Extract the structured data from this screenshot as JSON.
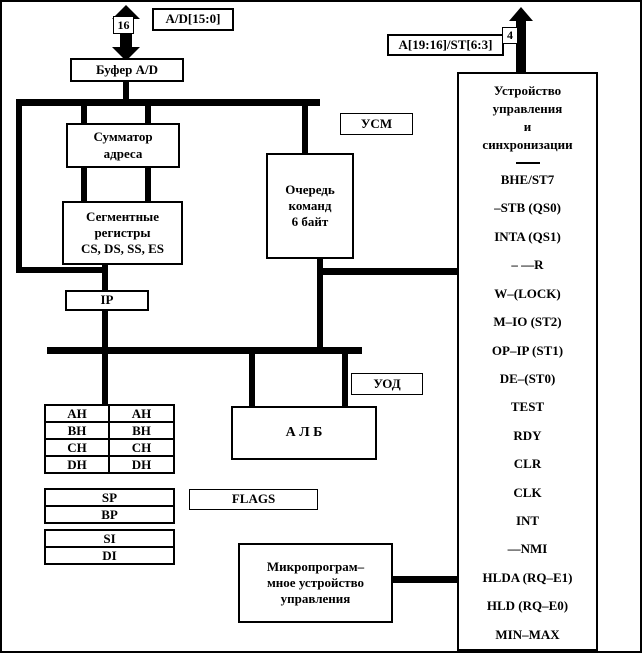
{
  "top": {
    "ad_bus_width": "16",
    "ad_bus_label": "A/D[15:0]",
    "a19_bus_label": "A[19:16]/ST[6:3]",
    "a19_bus_width": "4"
  },
  "boxes": {
    "buffer": "Буфер А/D",
    "adder": [
      "Сумматор",
      "адреса"
    ],
    "segments": [
      "Сегментные",
      "регистры",
      "CS, DS, SS, ES"
    ],
    "ip": "IP",
    "queue": [
      "Очередь",
      "команд",
      "6 байт"
    ],
    "usm": "УСМ",
    "uod": "УОД",
    "alu": "А Л Б",
    "flags": "FLAGS",
    "mcu": [
      "Микропрограм–",
      "мное устройство",
      "управления"
    ]
  },
  "registers": {
    "pairs": [
      [
        "AH",
        "AH"
      ],
      [
        "BH",
        "BH"
      ],
      [
        "CH",
        "CH"
      ],
      [
        "DH",
        "DH"
      ]
    ],
    "singles": [
      "SP",
      "BP",
      "SI",
      "DI"
    ]
  },
  "control_unit": {
    "title_lines": [
      "Устройство",
      "управления",
      "и",
      "синхронизации"
    ],
    "signals": [
      "BHE/ST7",
      "–STB (QS0)",
      "INTA (QS1)",
      "–  ––R",
      "W–(LOCK)",
      "M–IO (ST2)",
      "OP–IP (ST1)",
      "DE–(ST0)",
      "TEST",
      "RDY",
      "CLR",
      "CLK",
      "INT",
      "––NMI",
      "HLDA (RQ–E1)",
      "HLD (RQ–E0)",
      "MIN–MAX"
    ]
  }
}
